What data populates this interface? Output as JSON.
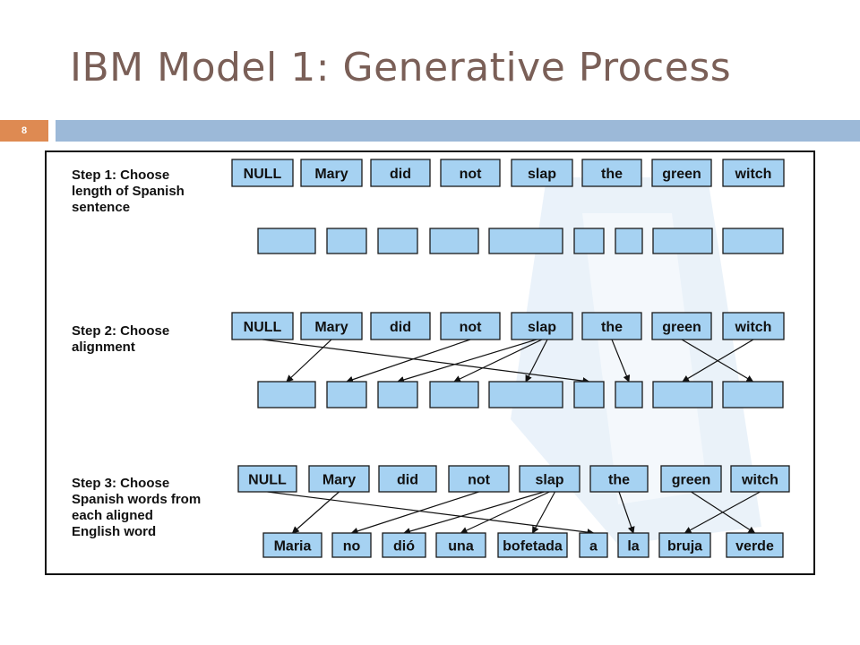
{
  "slide": {
    "title": "IBM Model 1: Generative Process",
    "number": "8"
  },
  "diagram": {
    "english_words": [
      "NULL",
      "Mary",
      "did",
      "not",
      "slap",
      "the",
      "green",
      "witch"
    ],
    "spanish_words": [
      "Maria",
      "no",
      "dió",
      "una",
      "bofetada",
      "a",
      "la",
      "bruja",
      "verde"
    ],
    "steps": [
      {
        "lines": [
          "Step 1: Choose",
          "length of Spanish",
          "sentence"
        ]
      },
      {
        "lines": [
          "Step 2: Choose",
          "alignment"
        ]
      },
      {
        "lines": [
          "Step 3: Choose",
          "Spanish words from",
          "each aligned",
          "English word"
        ]
      }
    ],
    "alignment": [
      [
        1,
        0
      ],
      [
        3,
        1
      ],
      [
        4,
        2
      ],
      [
        4,
        3
      ],
      [
        4,
        4
      ],
      [
        0,
        5
      ],
      [
        5,
        6
      ],
      [
        7,
        7
      ],
      [
        6,
        8
      ]
    ],
    "colors": {
      "box_fill": "#a6d2f2",
      "box_stroke": "#1a1a1a",
      "frame": "#111111",
      "watermark": "#d9e8f5"
    }
  }
}
